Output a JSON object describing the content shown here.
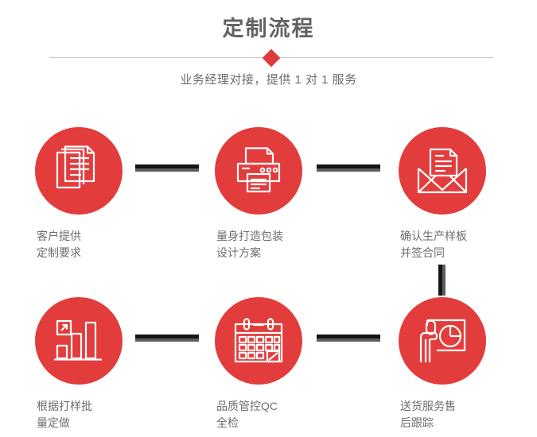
{
  "header": {
    "title": "定制流程",
    "subtitle": "业务经理对接，提供 1 对 1 服务",
    "divider_icon": "diamond-marker",
    "title_color": "#636363",
    "accent_color": "#e23c3c",
    "line_color": "#c9c9c9"
  },
  "steps": [
    {
      "index": 1,
      "icon": "documents-stack-icon",
      "label": "客户提供\n定制要求"
    },
    {
      "index": 2,
      "icon": "printer-icon",
      "label": "量身打造包装\n设计方案"
    },
    {
      "index": 3,
      "icon": "envelope-letter-icon",
      "label": "确认生产样板\n并签合同"
    },
    {
      "index": 4,
      "icon": "bar-chart-growth-icon",
      "label": "根据打样批\n量定做"
    },
    {
      "index": 5,
      "icon": "calendar-check-icon",
      "label": "品质管控QC\n全检"
    },
    {
      "index": 6,
      "icon": "presentation-person-pie-icon",
      "label": "送货服务售\n后跟踪"
    }
  ],
  "connectors": [
    {
      "id": "connector-1-2",
      "orientation": "horizontal"
    },
    {
      "id": "connector-2-3",
      "orientation": "horizontal"
    },
    {
      "id": "connector-3-4",
      "orientation": "vertical"
    },
    {
      "id": "connector-4-5",
      "orientation": "horizontal"
    },
    {
      "id": "connector-5-6",
      "orientation": "horizontal"
    }
  ]
}
